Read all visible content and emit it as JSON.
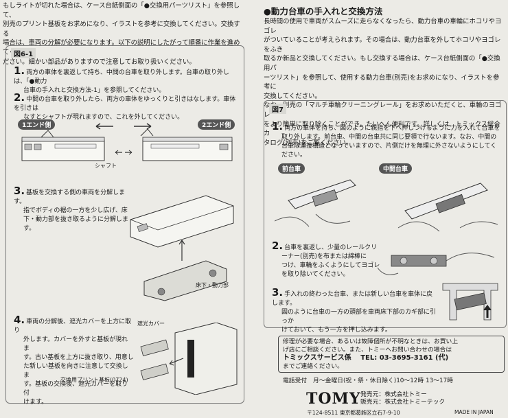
{
  "intro": {
    "line1": "もしライトが切れた場合は、ケース台紙側面の「●交換用パーツリスト」を参照して、",
    "line2": "別売のプリント基板をお求めになり、イラストを参考に交換してください。交換する",
    "line3": "場合は、車両の分解が必要になります。以下の説明にしたがって順番に作業を進めてく",
    "line4": "ださい。細かい部品がありますので注意してお取り扱いください。"
  },
  "figure61": {
    "label": "図6-1",
    "step1_num": "1.",
    "step1_line1": "両方の車体を裏返して持ち、中間の台車を取り外します。台車の取り外しは、「●動力",
    "step1_line2": "台車の手入れと交換方法-1」を参照してください。",
    "step2_num": "2.",
    "step2_line1": "中間の台車を取り外したら、両方の車体をゆっくりと引きはなします。車体を引きは",
    "step2_line2": "なすとシャフトが現れますので、これを外してください。",
    "end1_label": "1エンド側",
    "end2_label": "2エンド側",
    "shaft_label": "シャフト",
    "step3_num": "3.",
    "step3_line1": "基板を交換する側の車両を分解します。",
    "step3_line2": "指でボディの裾の一方を少し広げ、床",
    "step3_line3": "下・動力部を抜き取るように分解します。",
    "floor_label": "床下・動力部",
    "step4_num": "4.",
    "step4_line1": "車両の分解後、遮光カバーを上方に取り",
    "step4_line2": "外します。カバーを外すと基板が現れま",
    "step4_line3": "す。古い基板を上方に抜き取り、用意し",
    "step4_line4": "た新しい基板を向きに注意して交換しま",
    "step4_line5": "す。基板の交換後、遮光カバーを取り付",
    "step4_line6": "けます。",
    "cover_label": "遮光カバー",
    "pcb_label": "交換用プリント基板(0724)"
  },
  "right": {
    "title": "●動力台車の手入れと交換方法",
    "body1": "長時間の使用で車両がスムーズに走らなくなったら、動力台車の車輪にホコリやヨゴレ",
    "body2": "がついていることが考えられます。その場合は、動力台車を外してホコリやヨゴレをふき",
    "body3": "取るか新品と交換してください。もし交換する場合は、ケース台紙側面の「●交換用パ",
    "body4": "ーツリスト」を参照して、使用する動力台車(別売)をお求めになり、イラストを参考に",
    "body5": "交換してください。",
    "body6": "なお、別売の「マルチ車輪クリーニングレール」をお求めいただくと、車輪のヨゴレ",
    "body7": "をより簡単に取り除くことができ、たいへん便利です。詳しくは、トミックス総合カ",
    "body8": "タログ(別売)をご覧ください。"
  },
  "figure7": {
    "label": "図7",
    "step1_num": "1.",
    "step1_line1": "両方の車体を持ち、図のように親指を下へ押しつけるように力を入れて台車を",
    "step1_line2": "取り外します。前台車、中間の台車共に同じ要領で行ないます。なお、中間の",
    "step1_line3": "台車は連接構造となっていますので、片側だけを無理に外さないようにしてく",
    "step1_line4": "ださい。",
    "front_label": "前台車",
    "middle_label": "中間台車",
    "step2_num": "2.",
    "step2_line1": "台車を裏返し、少量のレールクリ",
    "step2_line2": "ーナー(別売)を布または綿棒に",
    "step2_line3": "つけ、車輪をふくようにしてヨゴレ",
    "step2_line4": "を取り除いてください。",
    "step3_num": "3.",
    "step3_line1": "手入れの終わった台車、または新しい台車を車体に戻します。",
    "step3_line2": "図のように台車の一方の頭部を車両床下部のカギ部に引っか",
    "step3_line3": "けておいて、もう一方を押し込みます。"
  },
  "service": {
    "line1": "修理が必要な場合、あるいは故障個所が不明なときは、お買い上",
    "line2": "げ店にご相談ください。また、トミーへお問い合わせの場合は",
    "dept": "トミックスサービス係",
    "tel": "TEL: 03-3695-3161 (代)",
    "line3": "までご連絡ください。",
    "hours": "電話受付　月〜金曜日(祝・祭・休日除く)10〜12時 13〜17時"
  },
  "footer": {
    "brand": "TOMY",
    "seller": "発売元：株式会社トミー",
    "distributor": "販売元：株式会社トミーテック",
    "address": "〒124-8511 東京都葛飾区立石7-9-10",
    "made_in": "MADE IN JAPAN"
  }
}
